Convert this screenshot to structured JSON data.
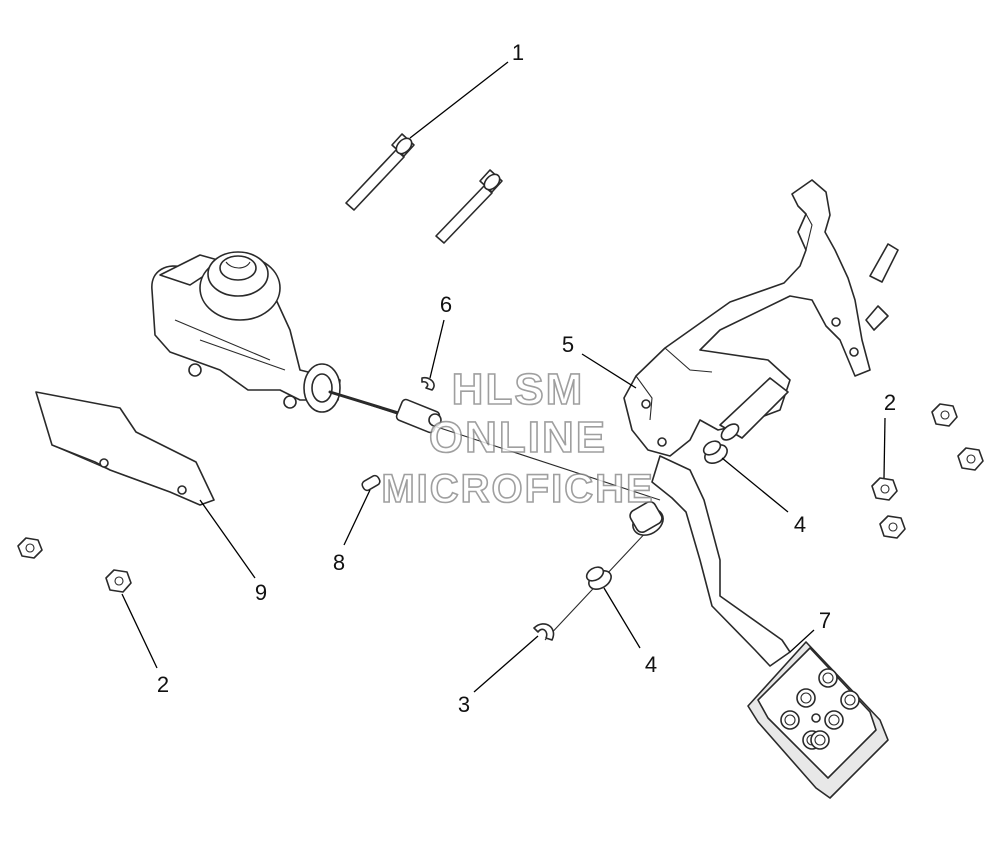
{
  "diagram": {
    "callouts": [
      {
        "id": "c1",
        "label": "1"
      },
      {
        "id": "c2a",
        "label": "2"
      },
      {
        "id": "c2b",
        "label": "2"
      },
      {
        "id": "c3",
        "label": "3"
      },
      {
        "id": "c4a",
        "label": "4"
      },
      {
        "id": "c4b",
        "label": "4"
      },
      {
        "id": "c5",
        "label": "5"
      },
      {
        "id": "c6",
        "label": "6"
      },
      {
        "id": "c7",
        "label": "7"
      },
      {
        "id": "c8",
        "label": "8"
      },
      {
        "id": "c9",
        "label": "9"
      }
    ]
  },
  "watermark": {
    "line1": "HLSM",
    "line2": "ONLINE",
    "line3": "MICROFICHE"
  }
}
